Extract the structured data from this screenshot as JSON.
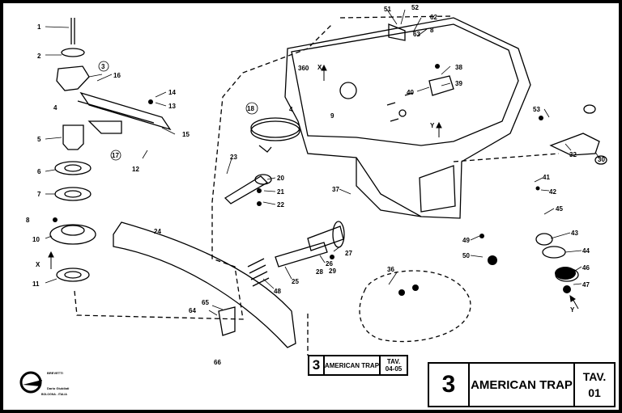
{
  "title_block": {
    "number": "3",
    "name": "AMERICAN TRAP",
    "tav_label": "TAV.",
    "tav_number": "01"
  },
  "reference_block": {
    "number": "3",
    "name": "AMERICAN TRAP",
    "tav_label": "TAV.",
    "tav_number": "04-05"
  },
  "logo": {
    "line1": "BREVETTI",
    "line2": "Dario Giubilati",
    "line3": "BOLOGNA - ITALIA"
  },
  "axis_labels": {
    "x_left": "X",
    "x_body": "X",
    "y_right": "Y",
    "y_lower": "Y"
  },
  "callouts": [
    "1",
    "2",
    "3",
    "16",
    "4",
    "5",
    "17",
    "12",
    "15",
    "13",
    "14",
    "6",
    "7",
    "8",
    "10",
    "11",
    "18",
    "9",
    "360",
    "4",
    "23",
    "20",
    "21",
    "22",
    "24",
    "37",
    "48",
    "25",
    "26",
    "29",
    "27",
    "28",
    "51",
    "52",
    "62",
    "63",
    "8",
    "38",
    "39",
    "40",
    "53",
    "32",
    "30",
    "41",
    "42",
    "45",
    "43",
    "44",
    "46",
    "47",
    "49",
    "50",
    "36",
    "64",
    "65",
    "66"
  ]
}
